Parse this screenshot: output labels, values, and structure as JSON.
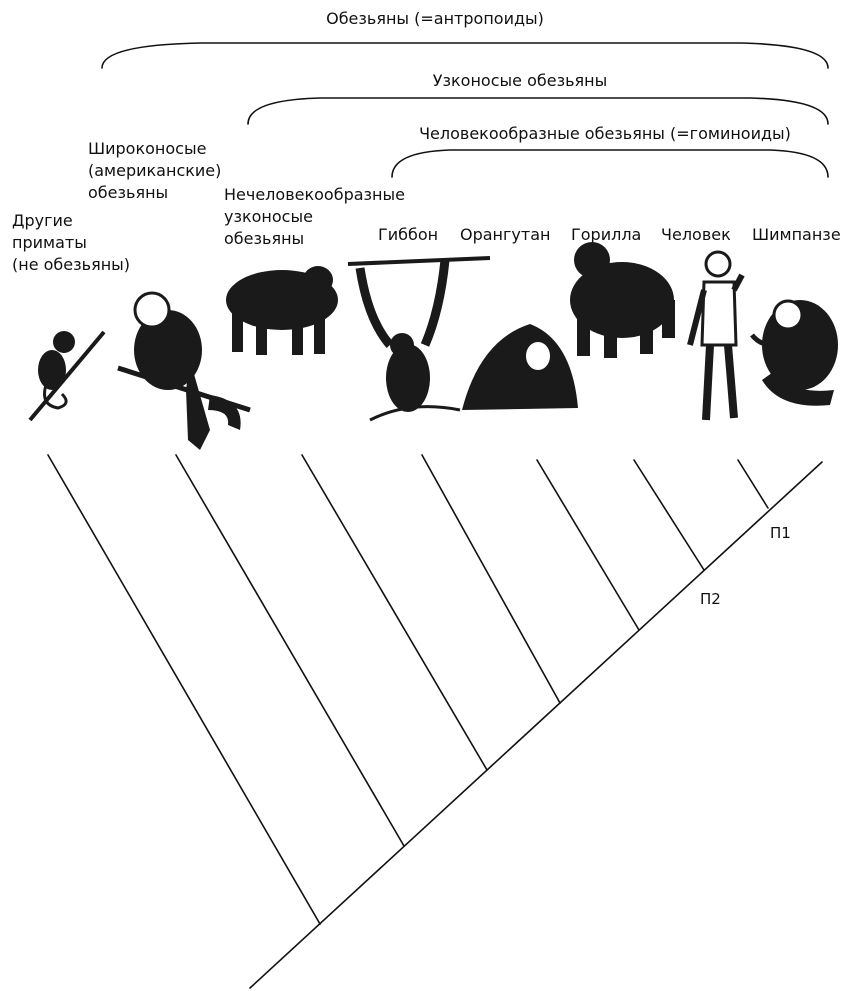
{
  "groups": {
    "anthropoids": "Обезьяны (=антропоиды)",
    "catarrhines": "Узконосые обезьяны",
    "hominoids": "Человекообразные обезьяны (=гоминоиды)"
  },
  "taxa": {
    "other_primates": [
      "Другие",
      "приматы",
      "(не обезьяны)"
    ],
    "platyrrhines": [
      "Широконосые",
      "(американские)",
      "обезьяны"
    ],
    "old_world_monkeys": [
      "Нечеловекообразные",
      "узконосые",
      "обезьяны"
    ],
    "gibbon": "Гиббон",
    "orangutan": "Орангутан",
    "gorilla": "Горилла",
    "human": "Человек",
    "chimpanzee": "Шимпанзе"
  },
  "nodes": {
    "p1": "П1",
    "p2": "П2"
  },
  "icons": [
    "tarsier-icon",
    "monkey-icon",
    "baboon-icon",
    "gibbon-icon",
    "orangutan-icon",
    "gorilla-icon",
    "human-statue-icon",
    "chimpanzee-icon"
  ],
  "colors": {
    "ink": "#111111",
    "background": "#ffffff"
  }
}
